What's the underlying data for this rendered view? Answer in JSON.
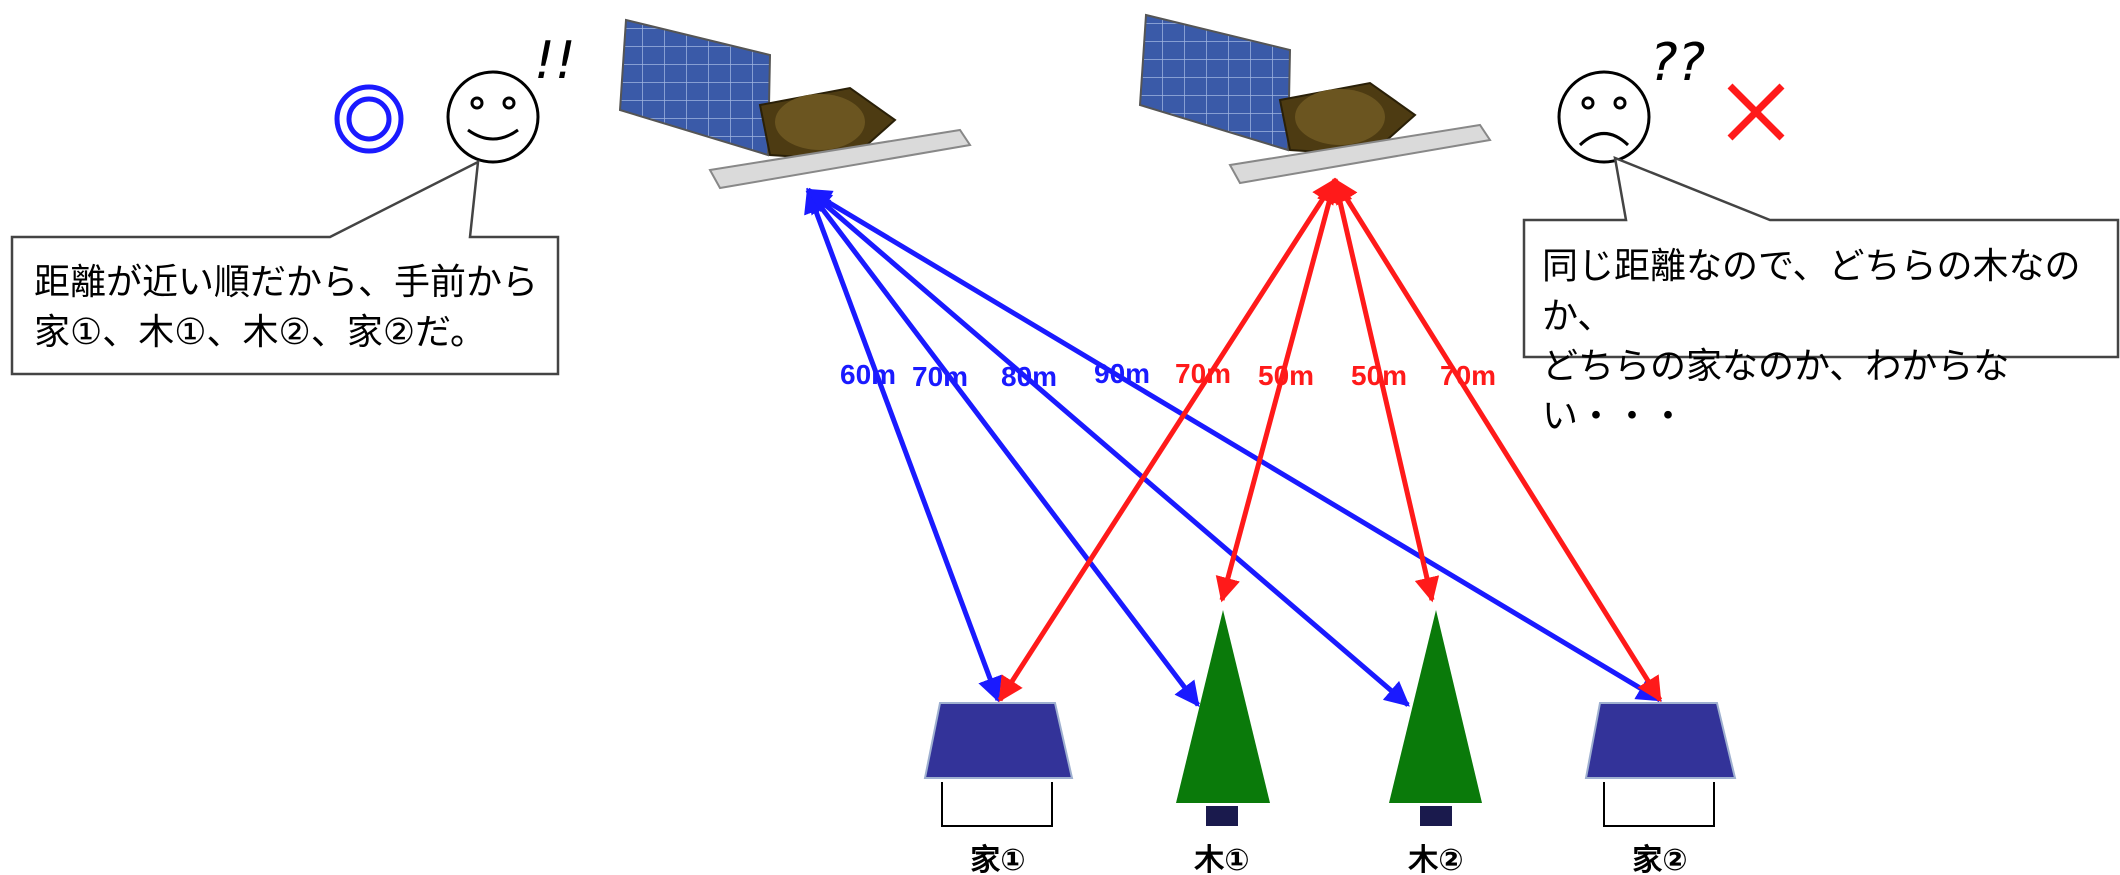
{
  "left_panel": {
    "speech": [
      "距離が近い順だから、手前から",
      "家①、木①、木②、家②だ。"
    ],
    "exclamation": "!!",
    "verdict_color": "#1a1aff"
  },
  "right_panel": {
    "speech": [
      "同じ距離なので、どちらの木なのか、",
      "どちらの家なのか、わからない・・・"
    ],
    "exclamation": "??",
    "verdict_color": "#ff1a1a"
  },
  "distances_left": [
    "60m",
    "70m",
    "80m",
    "90m"
  ],
  "distances_right": [
    "70m",
    "50m",
    "50m",
    "70m"
  ],
  "objects": [
    "家①",
    "木①",
    "木②",
    "家②"
  ],
  "colors": {
    "blue": "#1a1aff",
    "red": "#ff1a1a",
    "house_roof": "#333399",
    "tree": "#0a7a0a",
    "trunk": "#1a1a4d"
  }
}
